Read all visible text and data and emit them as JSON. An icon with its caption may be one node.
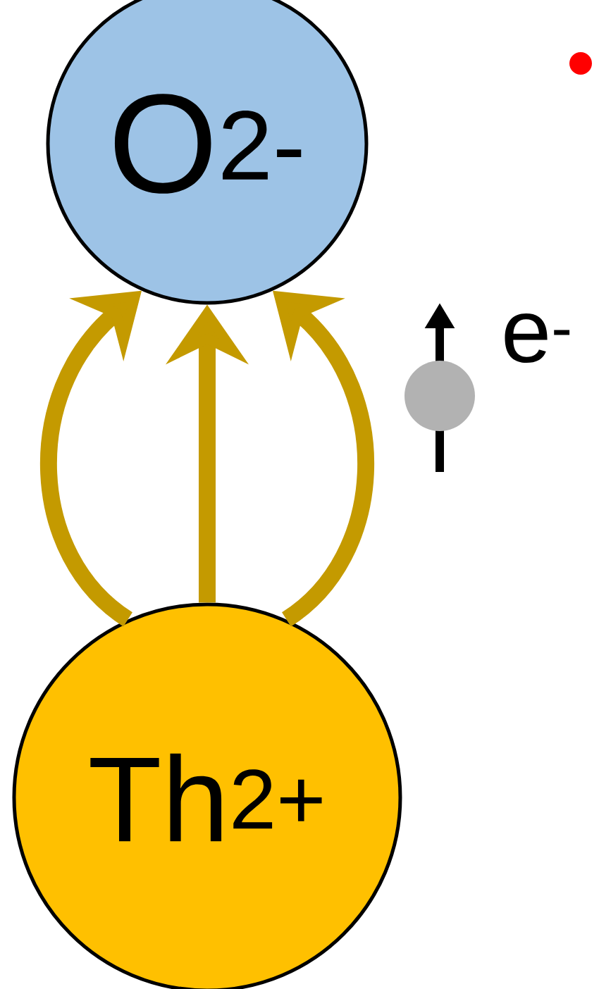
{
  "diagram": {
    "nodes": [
      {
        "text": [
          "O$^{2-}$"
        ]
      },
      {
        "text": [
          "Th$^{2+}$"
        ]
      }
    ],
    "edges": [
      {
        "from": 1,
        "to": 0,
        "arrow": "to"
      },
      {
        "from": 1,
        "to": 0,
        "arrow": "to"
      },
      {
        "from": 1,
        "to": 0,
        "arrow": "to"
      }
    ],
    "labels": [
      "e$^{-}$"
    ]
  }
}
